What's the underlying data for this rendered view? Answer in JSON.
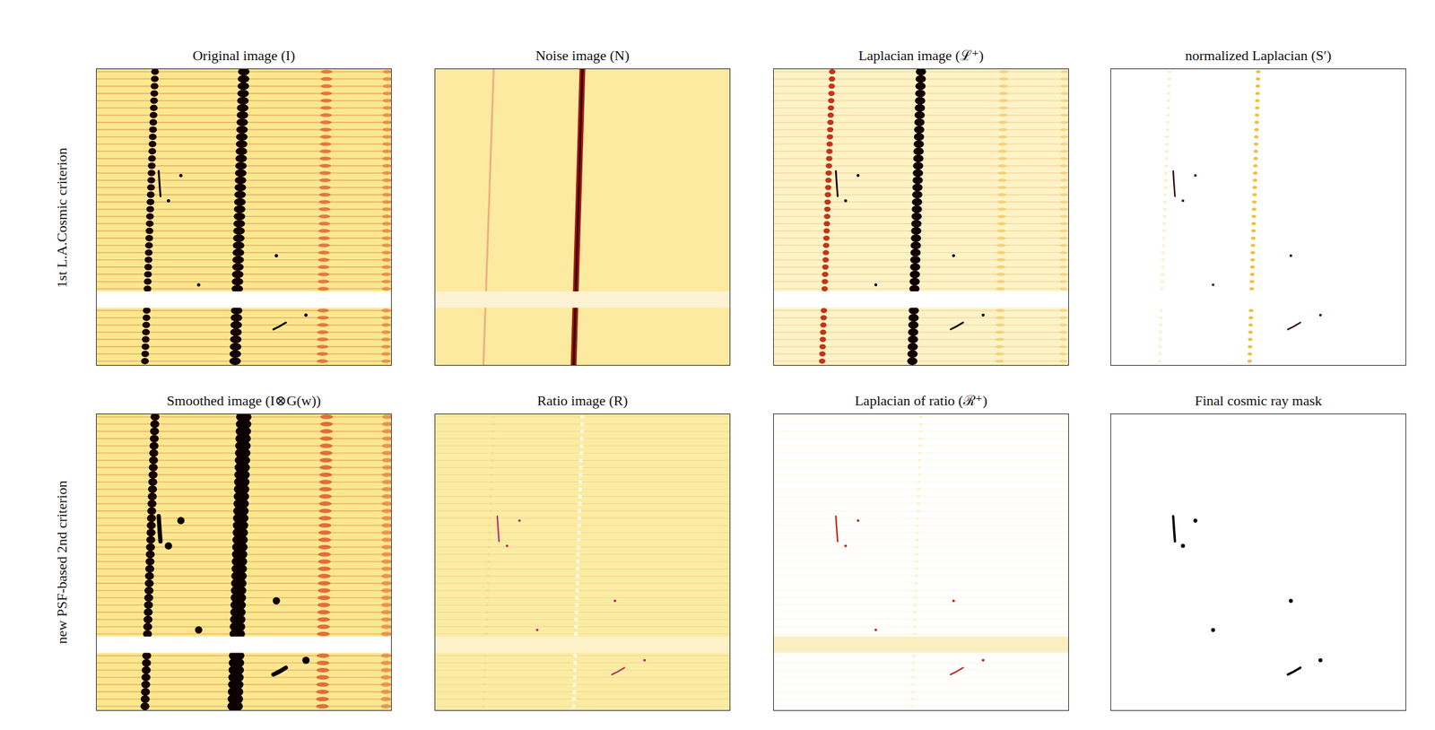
{
  "diagram": {
    "nodes": [
      {
        "text": [
          "Original image (I)"
        ]
      },
      {
        "text": [
          "Noise image (N)"
        ]
      },
      {
        "text": [
          "Laplacian image (ℒ⁺)"
        ]
      },
      {
        "text": [
          "normalized Laplacian (S′)"
        ]
      },
      {
        "text": [
          "Smoothed image (I⊗G(w))"
        ]
      },
      {
        "text": [
          "Ratio image (R)"
        ]
      },
      {
        "text": [
          "Laplacian of ratio (ℛ⁺)"
        ]
      },
      {
        "text": [
          "Final cosmic ray mask"
        ]
      }
    ],
    "labels": [
      "1st L.A.Cosmic criterion",
      "new PSF-based 2nd criterion"
    ]
  }
}
